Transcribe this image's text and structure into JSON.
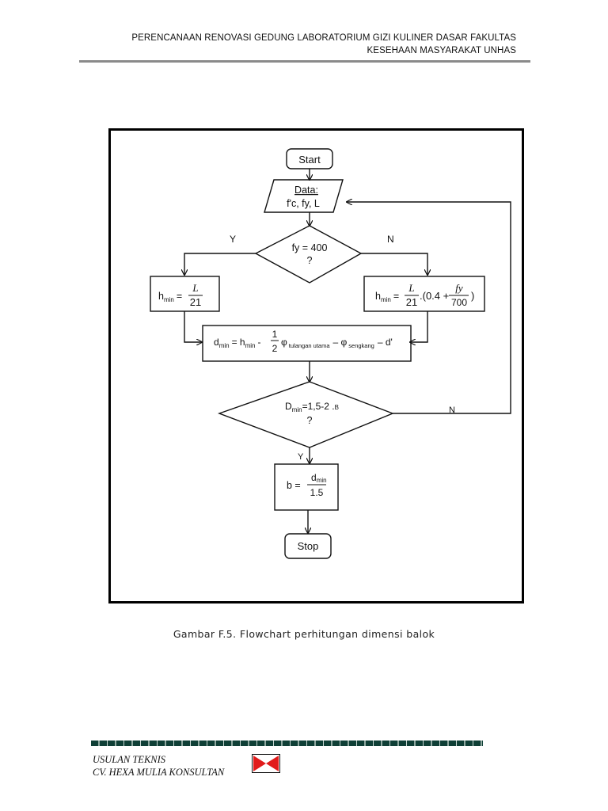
{
  "header": {
    "line1": "PERENCANAAN RENOVASI GEDUNG LABORATORIUM GIZI KULINER DASAR FAKULTAS",
    "line2": "KESEHAAN MASYARAKAT UNHAS"
  },
  "flowchart": {
    "start": "Start",
    "data_title": "Data:",
    "data_vars": "f'c, fy, L",
    "decision1": {
      "line1": "fy = 400",
      "line2": "?"
    },
    "branch_yes": "Y",
    "branch_no": "N",
    "hmin_left": {
      "label": "h",
      "sub": "min",
      "eq": "=",
      "num": "L",
      "den": "21"
    },
    "hmin_right": {
      "label": "h",
      "sub": "min",
      "eq": "=",
      "num": "L",
      "den": "21",
      "mid": ".(0.4 +",
      "num2": "fy",
      "den2": "700",
      "close": ")"
    },
    "dmin": {
      "label": "d",
      "sub": "min",
      "eq": "= h",
      "sub2": "min",
      "minus": "-",
      "frac_num": "1",
      "frac_den": "2",
      "phi1": "φ",
      "phi1_sub": "tulangan utama",
      "minus2": "– φ",
      "phi2_sub": "sengkang",
      "tail": "– d'"
    },
    "decision2": {
      "label": "D",
      "sub": "min",
      "expr": "=1,5-2 .",
      "b": "B",
      "line2": "?"
    },
    "decision2_yes": "Y",
    "decision2_no": "N",
    "b_box": {
      "label": "b =",
      "num": "d",
      "num_sub": "min",
      "den": "1.5"
    },
    "stop": "Stop"
  },
  "caption": "Gambar F.5. Flowchart perhitungan dimensi balok",
  "footer": {
    "line1": "USULAN TEKNIS",
    "line2": "CV. HEXA MULIA KONSULTAN"
  },
  "colors": {
    "logo_red": "#e11b1b",
    "rule_gray": "#8a8a8a",
    "footer_bar": "#0f3f36"
  }
}
